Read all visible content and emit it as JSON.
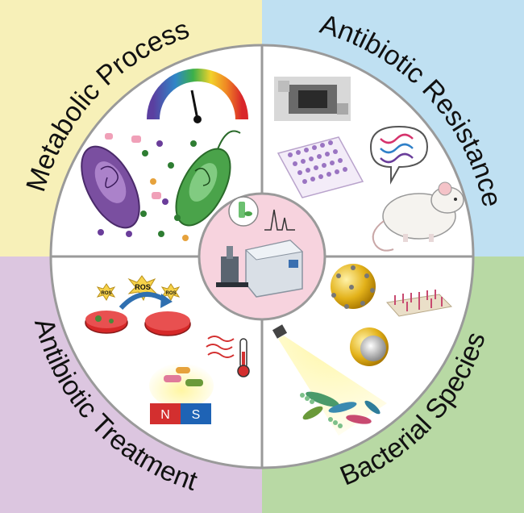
{
  "quadrants": {
    "top_left": {
      "label": "Metabolic Process",
      "color": "#f7f0b8"
    },
    "top_right": {
      "label": "Antibiotic Resistance",
      "color": "#bfe0f2"
    },
    "bottom_left": {
      "label": "Antibiotic Treatment",
      "color": "#dcc6e0"
    },
    "bottom_right": {
      "label": "Bacterial Species",
      "color": "#b8d9a4"
    }
  },
  "treatment": {
    "ros_labels": [
      "ROS",
      "ROS",
      "ROS"
    ],
    "magnet_north": "N",
    "magnet_south": "S"
  },
  "colors": {
    "divider": "#9a9a9a",
    "center_bg": "#f7d3de",
    "petri_red": "#d62828",
    "magnet_red": "#d32f2f",
    "magnet_blue": "#1e63b5",
    "gold": "#e3b21a"
  },
  "icons": [
    "gauge-icon",
    "bacteria-icon",
    "heatmap-icon",
    "well-plate-icon",
    "dna-bubble-icon",
    "mouse-icon",
    "microscope-instrument-icon",
    "petri-dish-icon",
    "thermometer-icon",
    "magnet-icon",
    "nanoparticle-icon",
    "core-shell-particle-icon",
    "substrate-icon",
    "light-beam-icon"
  ]
}
